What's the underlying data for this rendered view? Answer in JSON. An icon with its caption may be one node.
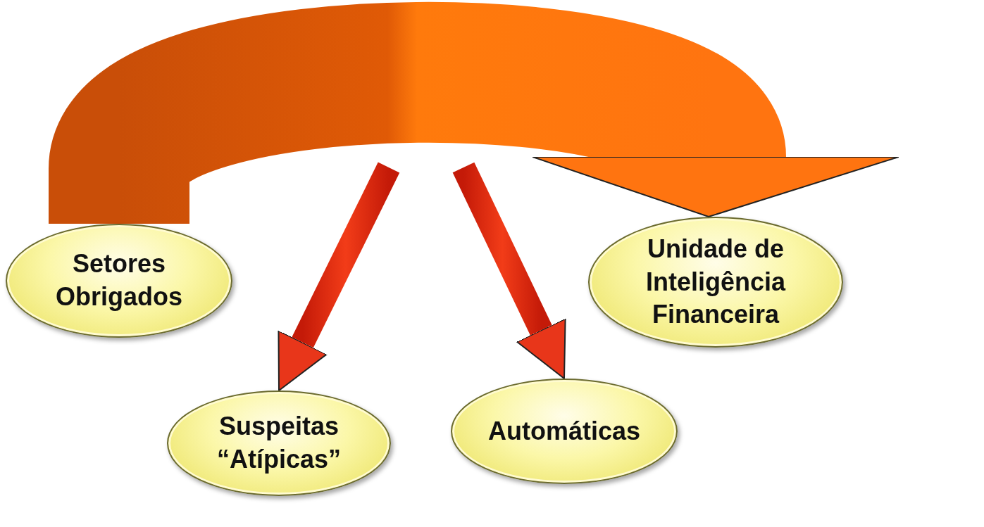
{
  "diagram": {
    "nodes": [
      {
        "text": [
          "Setores Obrigados"
        ]
      },
      {
        "text": [
          "Unidade de Inteligência Financeira"
        ]
      },
      {
        "text": [
          "Suspeitas “Atípicas”"
        ]
      },
      {
        "text": [
          "Automáticas"
        ]
      }
    ],
    "edges": [
      {
        "from": 0,
        "to": 1,
        "arrow": "to"
      },
      {
        "from": null,
        "to": 2,
        "arrow": "to"
      },
      {
        "from": null,
        "to": 3,
        "arrow": "to"
      }
    ]
  }
}
